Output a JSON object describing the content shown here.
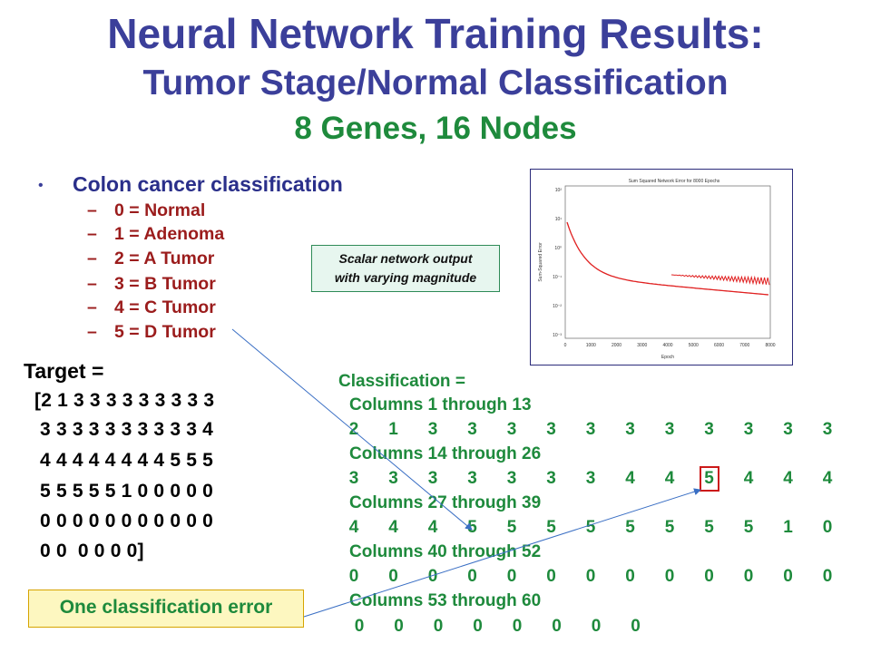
{
  "title": {
    "line1": "Neural Network Training Results:",
    "line2": "Tumor Stage/Normal Classification",
    "line3": "8 Genes, 16 Nodes"
  },
  "bullet": {
    "marker": "•",
    "heading": "Colon cancer classification",
    "items": [
      "0 = Normal",
      "1 = Adenoma",
      "2 = A Tumor",
      "3 = B Tumor",
      "4 = C Tumor",
      "5 = D Tumor"
    ],
    "dash": "–"
  },
  "callout_scalar": {
    "line1": "Scalar network output",
    "line2": "with varying magnitude"
  },
  "plot": {
    "title": "Sum Squared Network Error for 8000 Epochs",
    "xlabel": "Epoch",
    "ylabel": "Sum-Squared Error",
    "xticks": [
      "0",
      "1000",
      "2000",
      "3000",
      "4000",
      "5000",
      "6000",
      "7000",
      "8000"
    ],
    "yticks": [
      "10²",
      "10¹",
      "10⁰",
      "10⁻¹",
      "10⁻²",
      "10⁻³"
    ],
    "curve_color": "#e02020"
  },
  "target": {
    "label": "Target =",
    "lines": [
      "[2 1 3 3 3 3 3 3 3 3 3",
      " 3 3 3 3 3 3 3 3 3 3 4",
      " 4 4 4 4 4 4 4 4 5 5 5",
      " 5 5 5 5 5 1 0 0 0 0 0",
      " 0 0 0 0 0 0 0 0 0 0 0",
      " 0 0  0 0 0 0]"
    ]
  },
  "classification": {
    "heading": "Classification =",
    "blocks": [
      {
        "header": "Columns 1 through 13",
        "values": [
          "2",
          "1",
          "3",
          "3",
          "3",
          "3",
          "3",
          "3",
          "3",
          "3",
          "3",
          "3",
          "3"
        ]
      },
      {
        "header": "Columns 14 through 26",
        "values": [
          "3",
          "3",
          "3",
          "3",
          "3",
          "3",
          "3",
          "4",
          "4",
          "5",
          "4",
          "4",
          "4"
        ]
      },
      {
        "header": "Columns 27 through 39",
        "values": [
          "4",
          "4",
          "4",
          "5",
          "5",
          "5",
          "5",
          "5",
          "5",
          "5",
          "5",
          "1",
          "0"
        ]
      },
      {
        "header": "Columns 40 through 52",
        "values": [
          "0",
          "0",
          "0",
          "0",
          "0",
          "0",
          "0",
          "0",
          "0",
          "0",
          "0",
          "0",
          "0"
        ]
      },
      {
        "header": "Columns 53 through 60",
        "values": [
          "0",
          "0",
          "0",
          "0",
          "0",
          "0",
          "0",
          "0"
        ]
      }
    ],
    "error_block": 1,
    "error_index": 9
  },
  "callout_error": {
    "label": "One classification error"
  },
  "colors": {
    "title": "#3b3f9a",
    "green": "#1e8a3c",
    "darkred": "#9b1c1c",
    "arrow": "#3a6fc4",
    "error": "#cc1a1a"
  }
}
